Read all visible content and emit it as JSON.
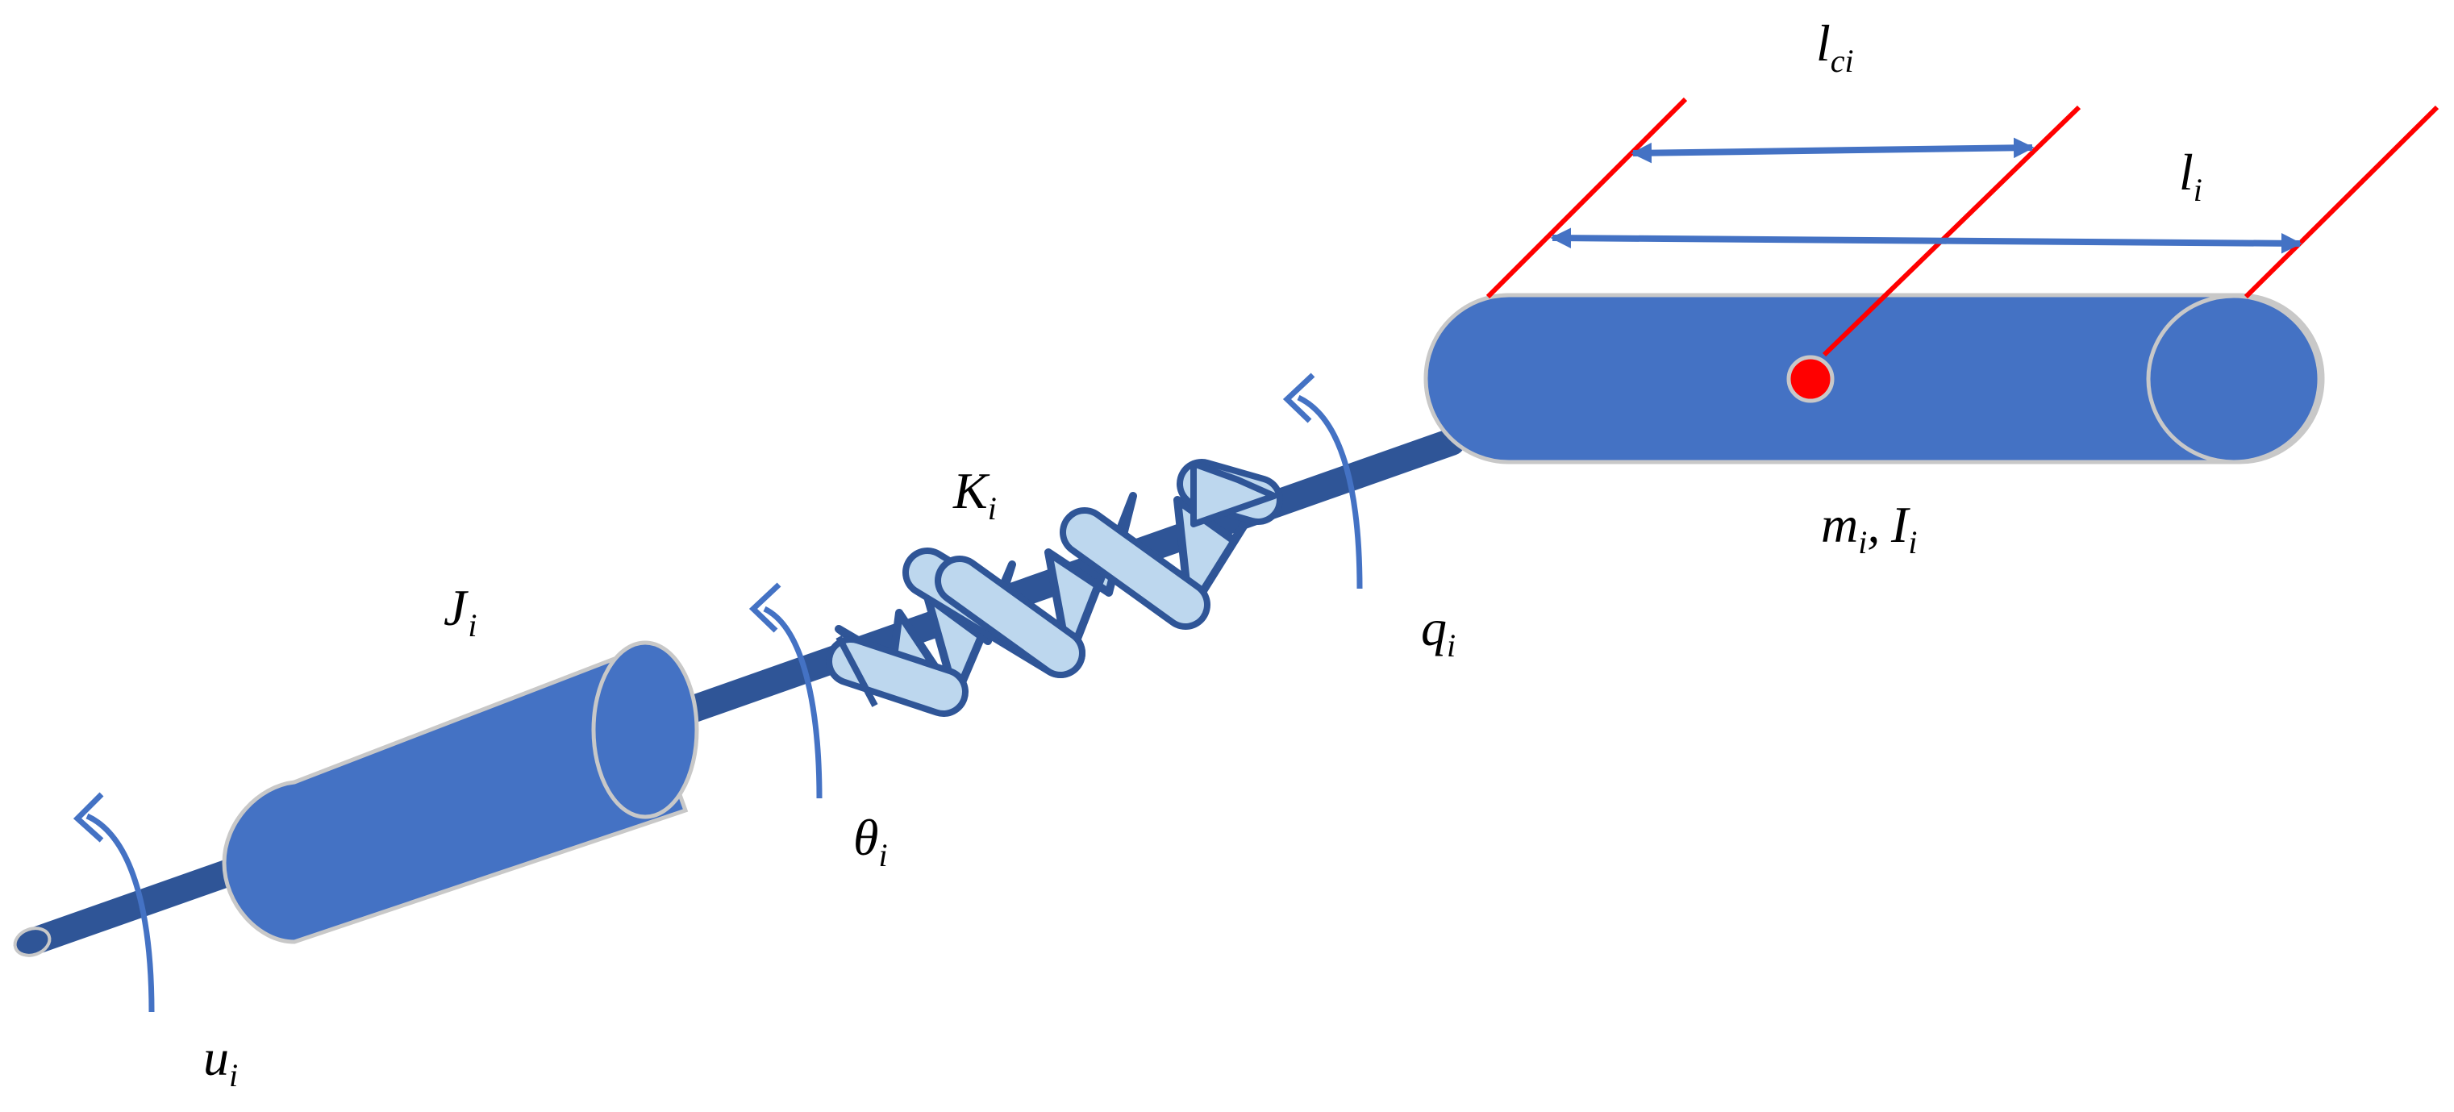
{
  "colors": {
    "body": "#4472C4",
    "shaft": "#2F5597",
    "spring_fill": "#BDD7EE",
    "spring_stroke": "#2F5597",
    "outline": "#C8C8C8",
    "center_of_mass": "#FF0000",
    "dimension_line": "#FF0000",
    "arrow": "#4472C4"
  },
  "labels": {
    "u": {
      "base": "u",
      "sub": "i"
    },
    "J": {
      "base": "J",
      "sub": "i"
    },
    "theta": {
      "base": "θ",
      "sub": "i"
    },
    "K": {
      "base": "K",
      "sub": "i"
    },
    "q": {
      "base": "q",
      "sub": "i"
    },
    "m": {
      "base": "m",
      "sub": "i"
    },
    "comma": ",",
    "I": {
      "base": "I",
      "sub": "i"
    },
    "lc": {
      "base": "l",
      "sub": "ci"
    },
    "l": {
      "base": "l",
      "sub": "i"
    }
  }
}
